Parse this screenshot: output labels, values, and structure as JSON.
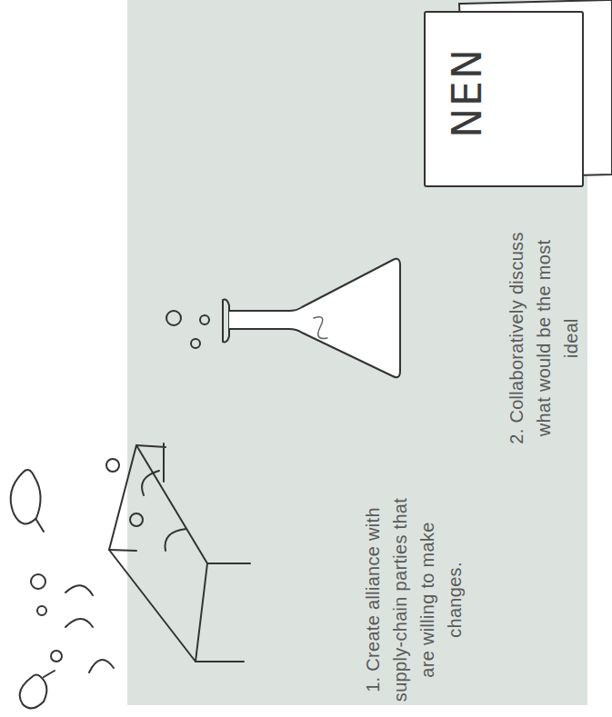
{
  "diagram": {
    "nodes": [
      {
        "text": [
          "NEN"
        ]
      }
    ],
    "labels": [
      "1. Create alliance with supply-chain parties that are willing to make changes.",
      "2. Collaboratively discuss what would be the most ideal"
    ]
  }
}
